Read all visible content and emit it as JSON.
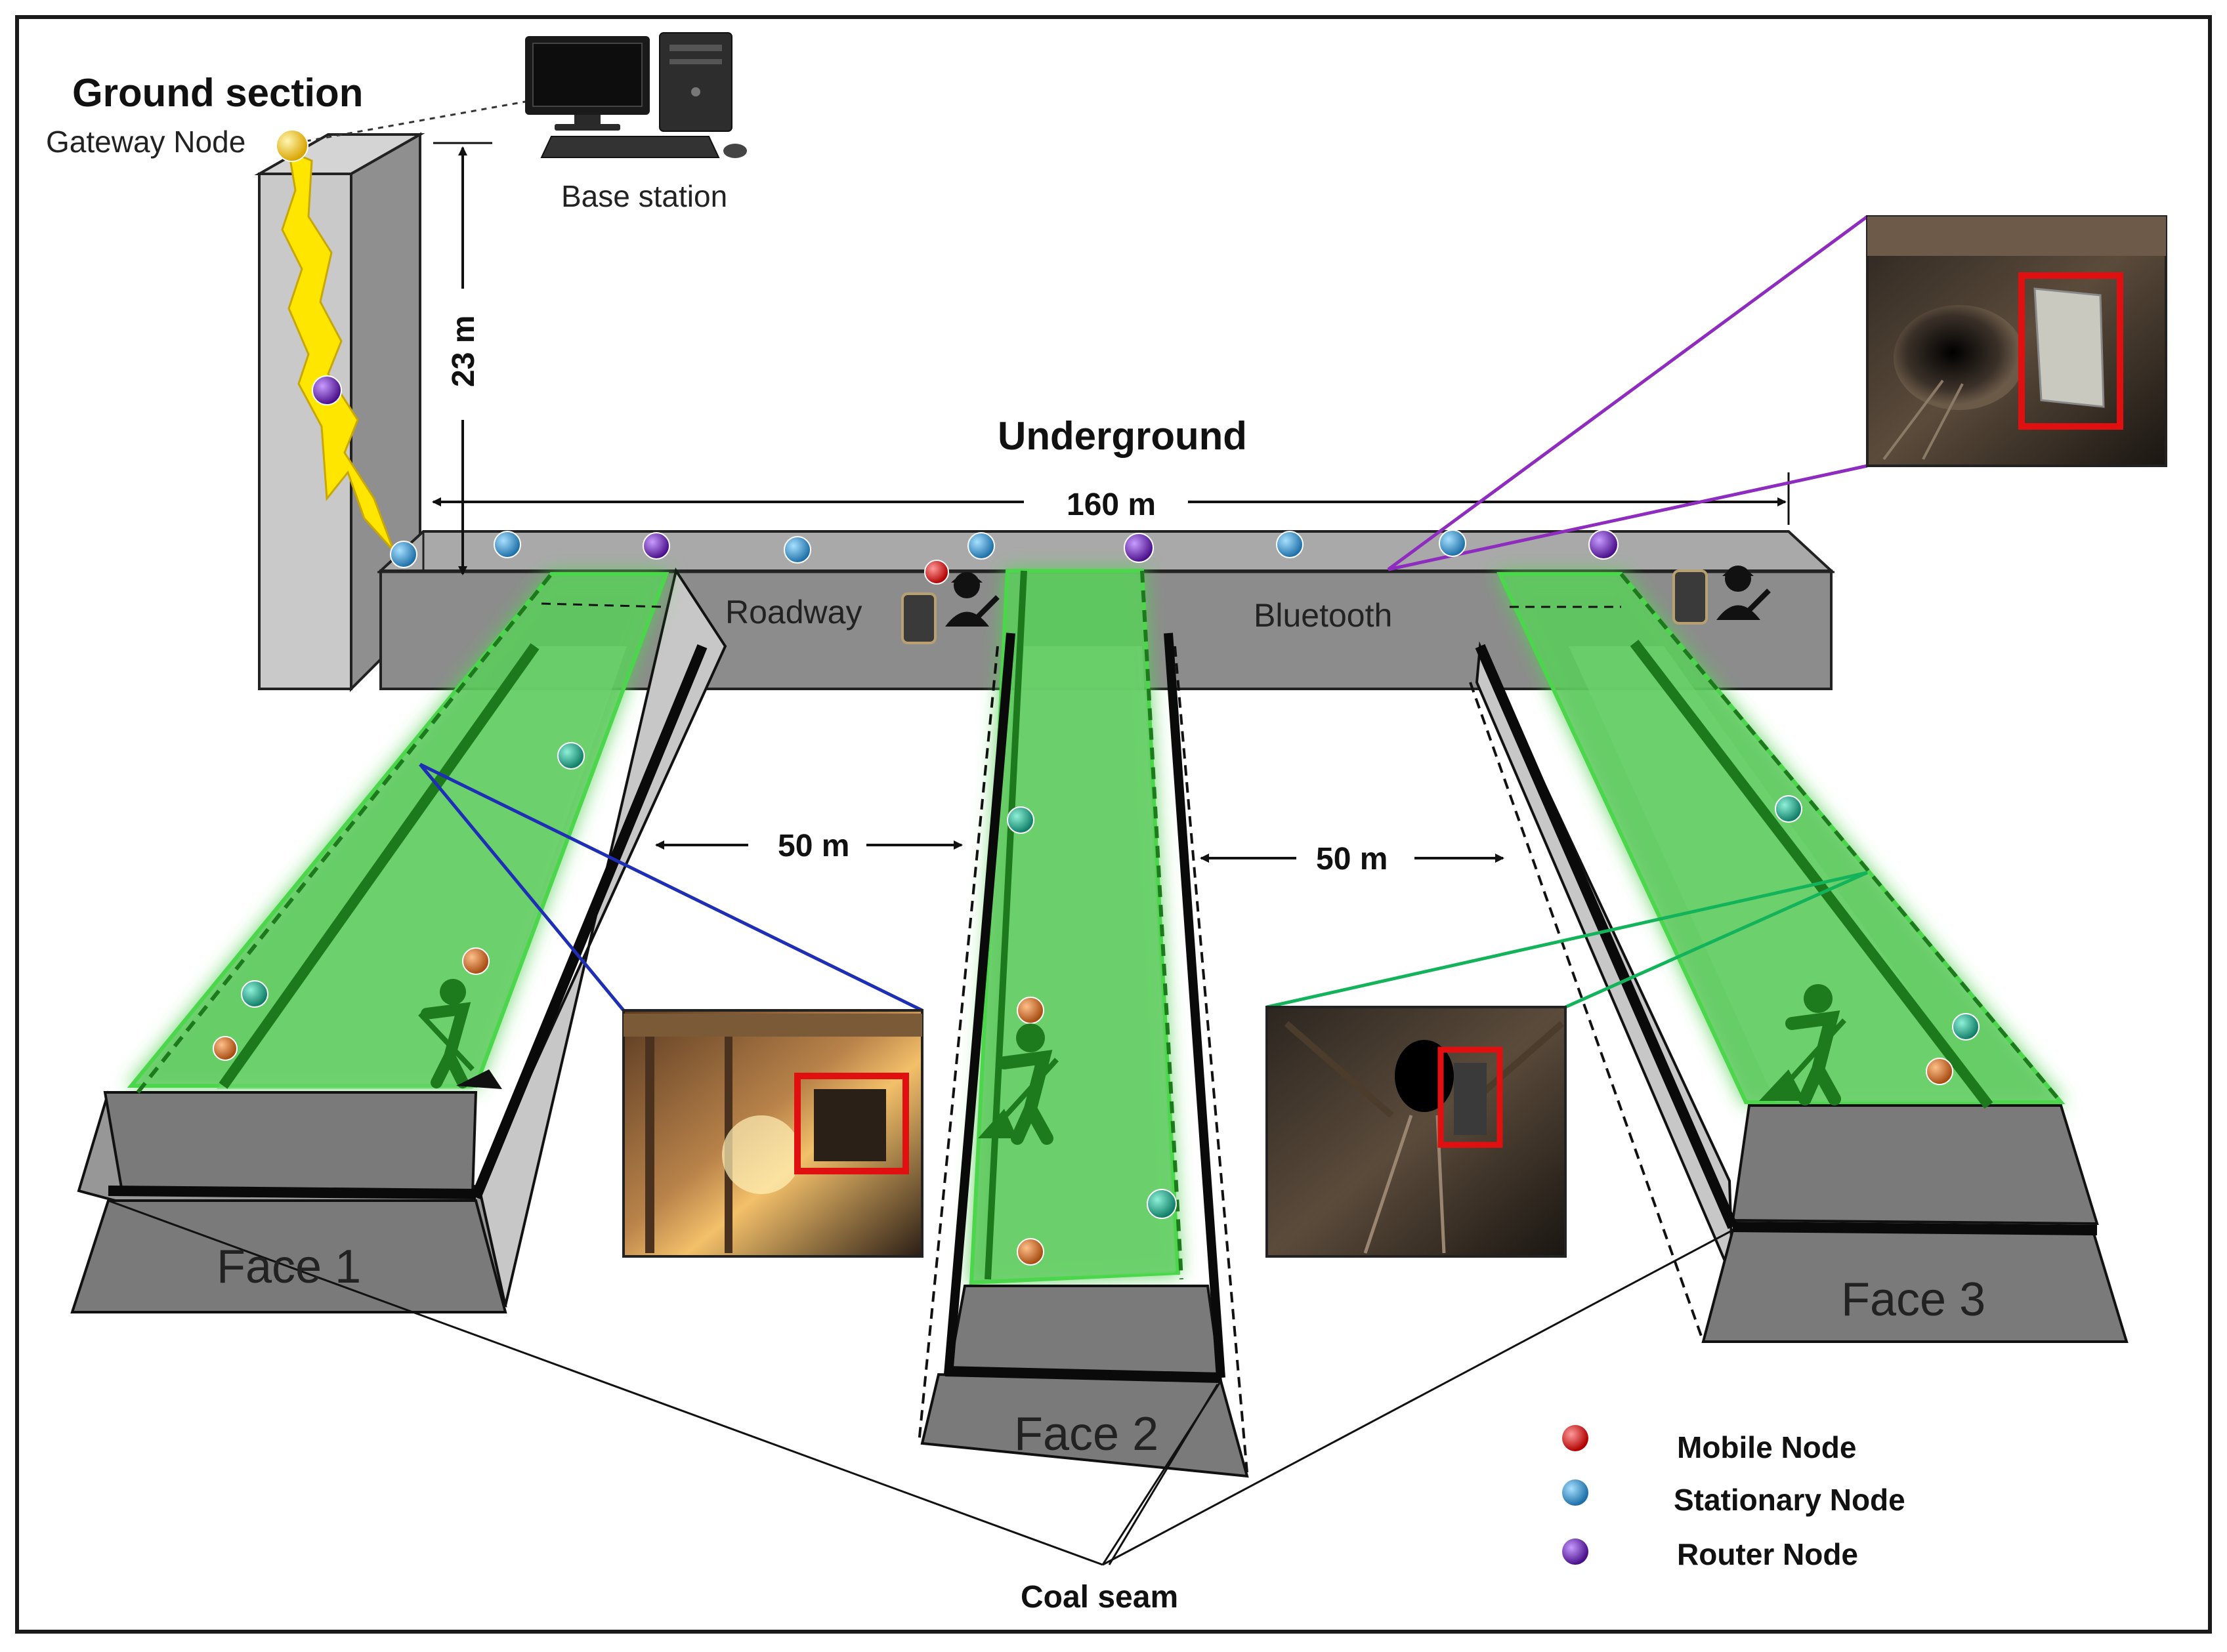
{
  "labels": {
    "ground_section": "Ground section",
    "gateway_node": "Gateway Node",
    "base_station": "Base station",
    "height_23m": "23 m",
    "underground": "Underground",
    "length_160m": "160 m",
    "roadway": "Roadway",
    "bluetooth": "Bluetooth",
    "gap_50m_left": "50 m",
    "gap_50m_right": "50 m",
    "face_1": "Face 1",
    "face_2": "Face 2",
    "face_3": "Face 3",
    "coal_seam": "Coal seam"
  },
  "legend": {
    "items": [
      {
        "label": "Mobile Node",
        "color": "#e21515"
      },
      {
        "label": "Stationary Node",
        "color": "#2a8fd0"
      },
      {
        "label": "Router Node",
        "color": "#6a1fb8"
      }
    ]
  },
  "colors": {
    "face_green": "#5ec95e",
    "green_glow": "#4cd64c",
    "wall_gray": "#bdbdbd",
    "floor_gray": "#8a8a8a",
    "gateway": "#e8b800",
    "lightning": "#ffe600",
    "face_node_teal": "#17a589",
    "face_node_orange": "#d2691e",
    "callout_blue": "#1e2fb5",
    "callout_green": "#12b35a",
    "callout_purple": "#8e2cc0",
    "highlight_red": "#e01010"
  },
  "icons": [
    "computer-icon",
    "miner-icon",
    "phone-icon",
    "shovel-worker-icon",
    "lightning-icon"
  ]
}
